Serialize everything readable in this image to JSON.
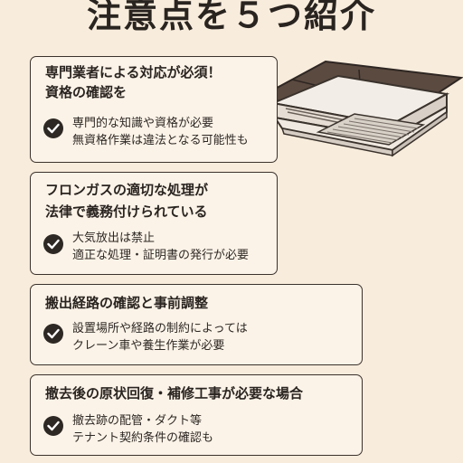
{
  "page": {
    "title": "注意点を５つ紹介"
  },
  "cards": [
    {
      "title_lines": [
        "専門業者による対応が必須！",
        "資格の確認を"
      ],
      "body_lines": [
        "専門的な知識や資格が必要",
        "無資格作業は違法となる可能性も"
      ]
    },
    {
      "title_lines": [
        "フロンガスの適切な処理が",
        "法律で義務付けられている"
      ],
      "body_lines": [
        "大気放出は禁止",
        "適正な処理・証明書の発行が必要"
      ]
    },
    {
      "title_lines": [
        "搬出経路の確認と事前調整"
      ],
      "body_lines": [
        "設置場所や経路の制約によっては",
        "クレーン車や養生作業が必要"
      ]
    },
    {
      "title_lines": [
        "撤去後の原状回復・補修工事が必要な場合"
      ],
      "body_lines": [
        "撤去跡の配管・ダクト等",
        "テナント契約条件の確認も"
      ]
    }
  ],
  "illustration": {
    "icon": "ceiling-cassette-air-conditioner-icon"
  }
}
